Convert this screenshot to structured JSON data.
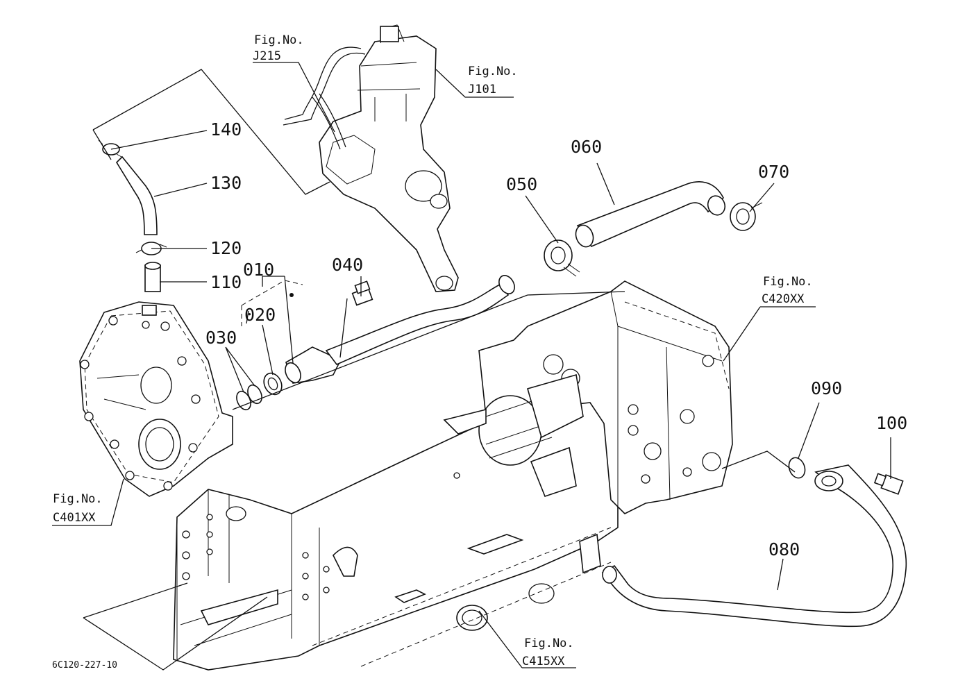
{
  "parts": {
    "p010": "010",
    "p020": "020",
    "p030": "030",
    "p040": "040",
    "p050": "050",
    "p060": "060",
    "p070": "070",
    "p080": "080",
    "p090": "090",
    "p100": "100",
    "p110": "110",
    "p120": "120",
    "p130": "130",
    "p140": "140"
  },
  "figure_refs": {
    "fig_label": "Fig.No.",
    "j215": "J215",
    "j101": "J101",
    "c420": "C420XX",
    "c401": "C401XX",
    "c415": "C415XX"
  },
  "drawing_code": "6C120-227-10"
}
